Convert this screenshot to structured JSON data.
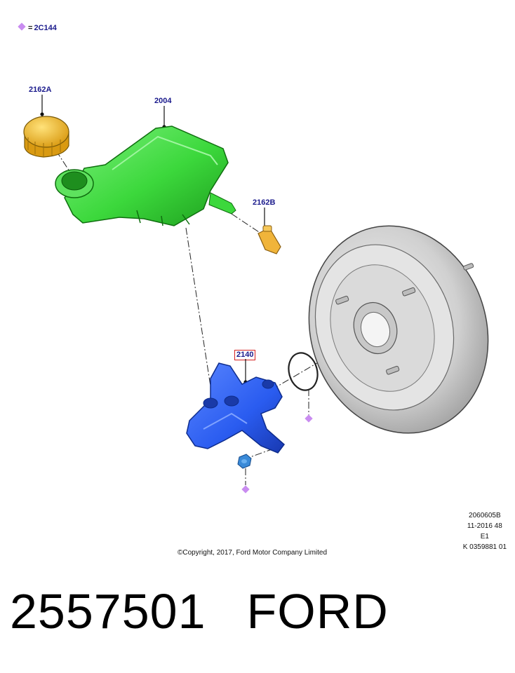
{
  "legend": {
    "code": "2C144",
    "equals": "="
  },
  "callouts": {
    "cap": "2162A",
    "reservoir": "2004",
    "connector": "2162B",
    "master_cylinder": "2140"
  },
  "reference": {
    "line1": "2060605B",
    "line2": "11-2016 48",
    "line3": "E1",
    "line4": "K 0359881 01"
  },
  "copyright": "©Copyright, 2017, Ford Motor Company Limited",
  "part_number": "2557501",
  "brand": "FORD",
  "colors": {
    "reservoir": "#3cd83c",
    "cap": "#f2c230",
    "connector": "#f0b43a",
    "master_cylinder": "#2a5cf0",
    "booster": "#d8d8d8",
    "marker": "#c98cf0"
  }
}
